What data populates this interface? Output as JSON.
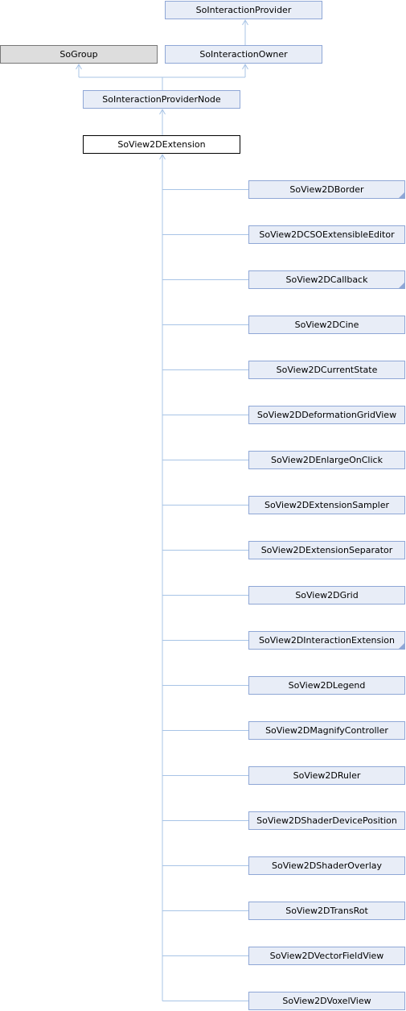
{
  "diagram": {
    "colors": {
      "edge": "#a8c4e6",
      "node_fill": "#e8edf7",
      "node_border": "#8fa7d6",
      "external_fill": "#dddddd",
      "current_fill": "#ffffff"
    },
    "bases": {
      "interaction_provider": "SoInteractionProvider",
      "group": "SoGroup",
      "interaction_owner": "SoInteractionOwner",
      "interaction_provider_node": "SoInteractionProviderNode"
    },
    "current": "SoView2DExtension",
    "derived": [
      {
        "label": "SoView2DBorder",
        "has_children": true
      },
      {
        "label": "SoView2DCSOExtensibleEditor",
        "has_children": false
      },
      {
        "label": "SoView2DCallback",
        "has_children": true
      },
      {
        "label": "SoView2DCine",
        "has_children": false
      },
      {
        "label": "SoView2DCurrentState",
        "has_children": false
      },
      {
        "label": "SoView2DDeformationGridView",
        "has_children": false
      },
      {
        "label": "SoView2DEnlargeOnClick",
        "has_children": false
      },
      {
        "label": "SoView2DExtensionSampler",
        "has_children": false
      },
      {
        "label": "SoView2DExtensionSeparator",
        "has_children": false
      },
      {
        "label": "SoView2DGrid",
        "has_children": false
      },
      {
        "label": "SoView2DInteractionExtension",
        "has_children": true
      },
      {
        "label": "SoView2DLegend",
        "has_children": false
      },
      {
        "label": "SoView2DMagnifyController",
        "has_children": false
      },
      {
        "label": "SoView2DRuler",
        "has_children": false
      },
      {
        "label": "SoView2DShaderDevicePosition",
        "has_children": false
      },
      {
        "label": "SoView2DShaderOverlay",
        "has_children": false
      },
      {
        "label": "SoView2DTransRot",
        "has_children": false
      },
      {
        "label": "SoView2DVectorFieldView",
        "has_children": false
      },
      {
        "label": "SoView2DVoxelView",
        "has_children": false
      }
    ]
  }
}
